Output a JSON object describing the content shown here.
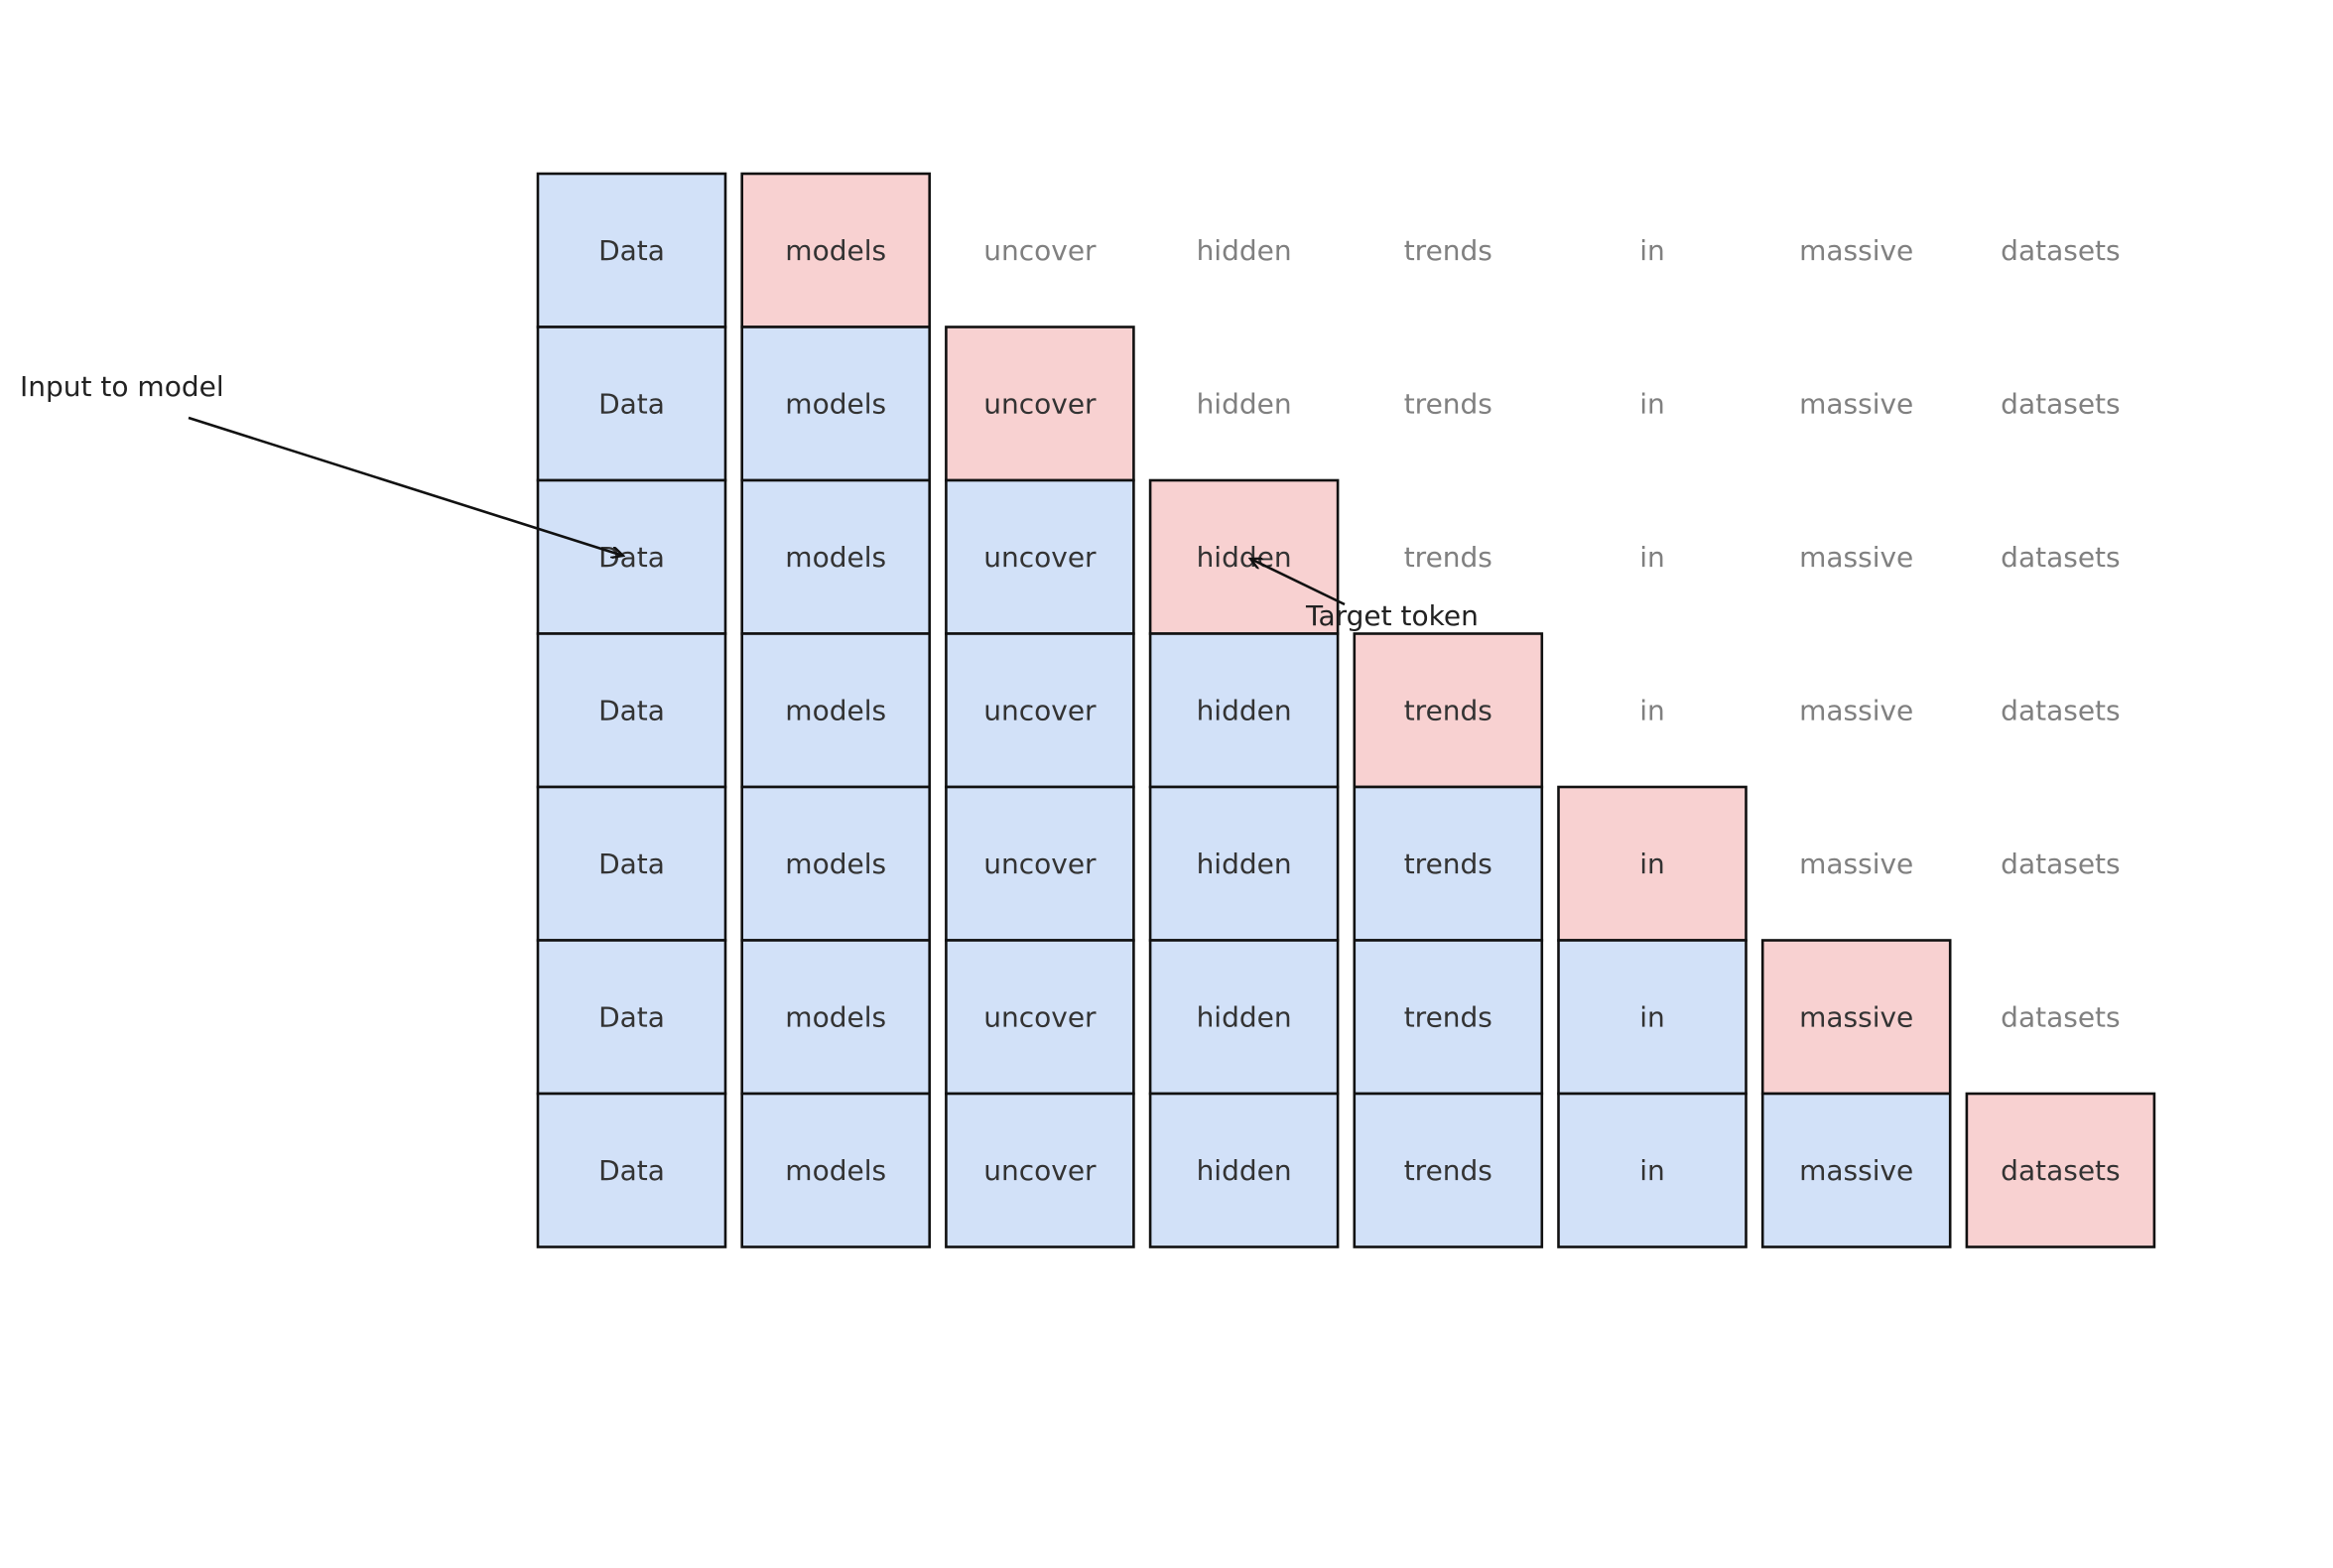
{
  "tokens": [
    "Data",
    "models",
    "uncover",
    "hidden",
    "trends",
    "in",
    "massive",
    "datasets"
  ],
  "annotations": {
    "input_label": "Input to model",
    "target_label": "Target token"
  },
  "colors": {
    "input": "#d2e1f8",
    "target": "#f8d1d1",
    "border": "#111111",
    "text_active": "#333333",
    "text_future": "#808080"
  }
}
